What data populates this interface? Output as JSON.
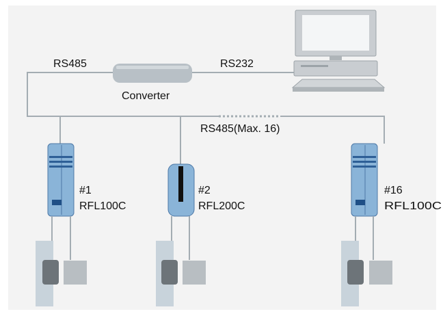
{
  "labels": {
    "rs485_left": "RS485",
    "rs232": "RS232",
    "converter": "Converter",
    "bus": "RS485(Max. 16)"
  },
  "devices": [
    {
      "id": "#1",
      "model": "RFL100C"
    },
    {
      "id": "#2",
      "model": "RFL200C"
    },
    {
      "id": "#16",
      "model": "RFL100C"
    }
  ],
  "colors": {
    "background": "#f3f3f3",
    "line": "#a3acb2",
    "converter": "#b8c0c6",
    "reader_blue": "#8ab4d8",
    "reader_dark": "#1f4f86",
    "panel": "#c8d3db",
    "pad_dark": "#6d7479",
    "pad_light": "#b8bec2",
    "computer": "#c9cdd1"
  }
}
